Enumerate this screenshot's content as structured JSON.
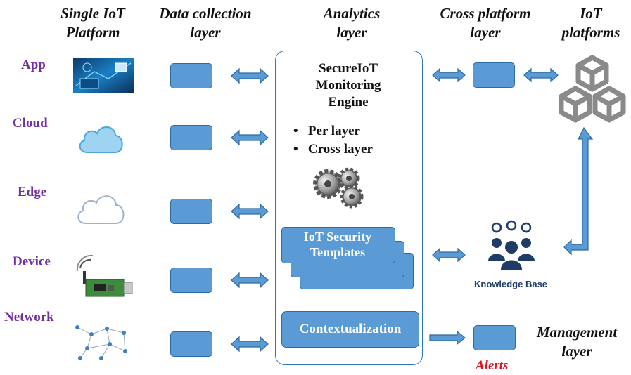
{
  "columns": {
    "single_iot_platform": "Single IoT\nPlatform",
    "data_collection": "Data collection\nlayer",
    "analytics": "Analytics\nlayer",
    "cross_platform": "Cross platform\nlayer",
    "iot_platforms": "IoT\nplatforms"
  },
  "rows": [
    {
      "label": "App",
      "icon": "app-screen-icon"
    },
    {
      "label": "Cloud",
      "icon": "blue-cloud-icon"
    },
    {
      "label": "Edge",
      "icon": "outline-cloud-icon"
    },
    {
      "label": "Device",
      "icon": "iot-device-board-icon"
    },
    {
      "label": "Network",
      "icon": "network-mesh-icon"
    }
  ],
  "analytics": {
    "engine_title": "SecureIoT\nMonitoring\nEngine",
    "bullets": [
      "Per layer",
      "Cross layer"
    ],
    "gears_icon": "gears-icon",
    "templates_label": "IoT Security\nTemplates",
    "contextualization_label": "Contextualization"
  },
  "cross_platform": {
    "knowledge_base_label": "Knowledge Base",
    "knowledge_base_icon": "knowledge-base-people-icon",
    "platforms_icon": "cubes-icon"
  },
  "management": {
    "alerts_label": "Alerts",
    "layer_label": "Management\nlayer"
  },
  "colors": {
    "box_fill": "#5b9bd5",
    "box_border": "#2e6aa3",
    "row_label": "#7030a0",
    "alerts": "#e0141e",
    "panel_border": "#2e75b6"
  }
}
